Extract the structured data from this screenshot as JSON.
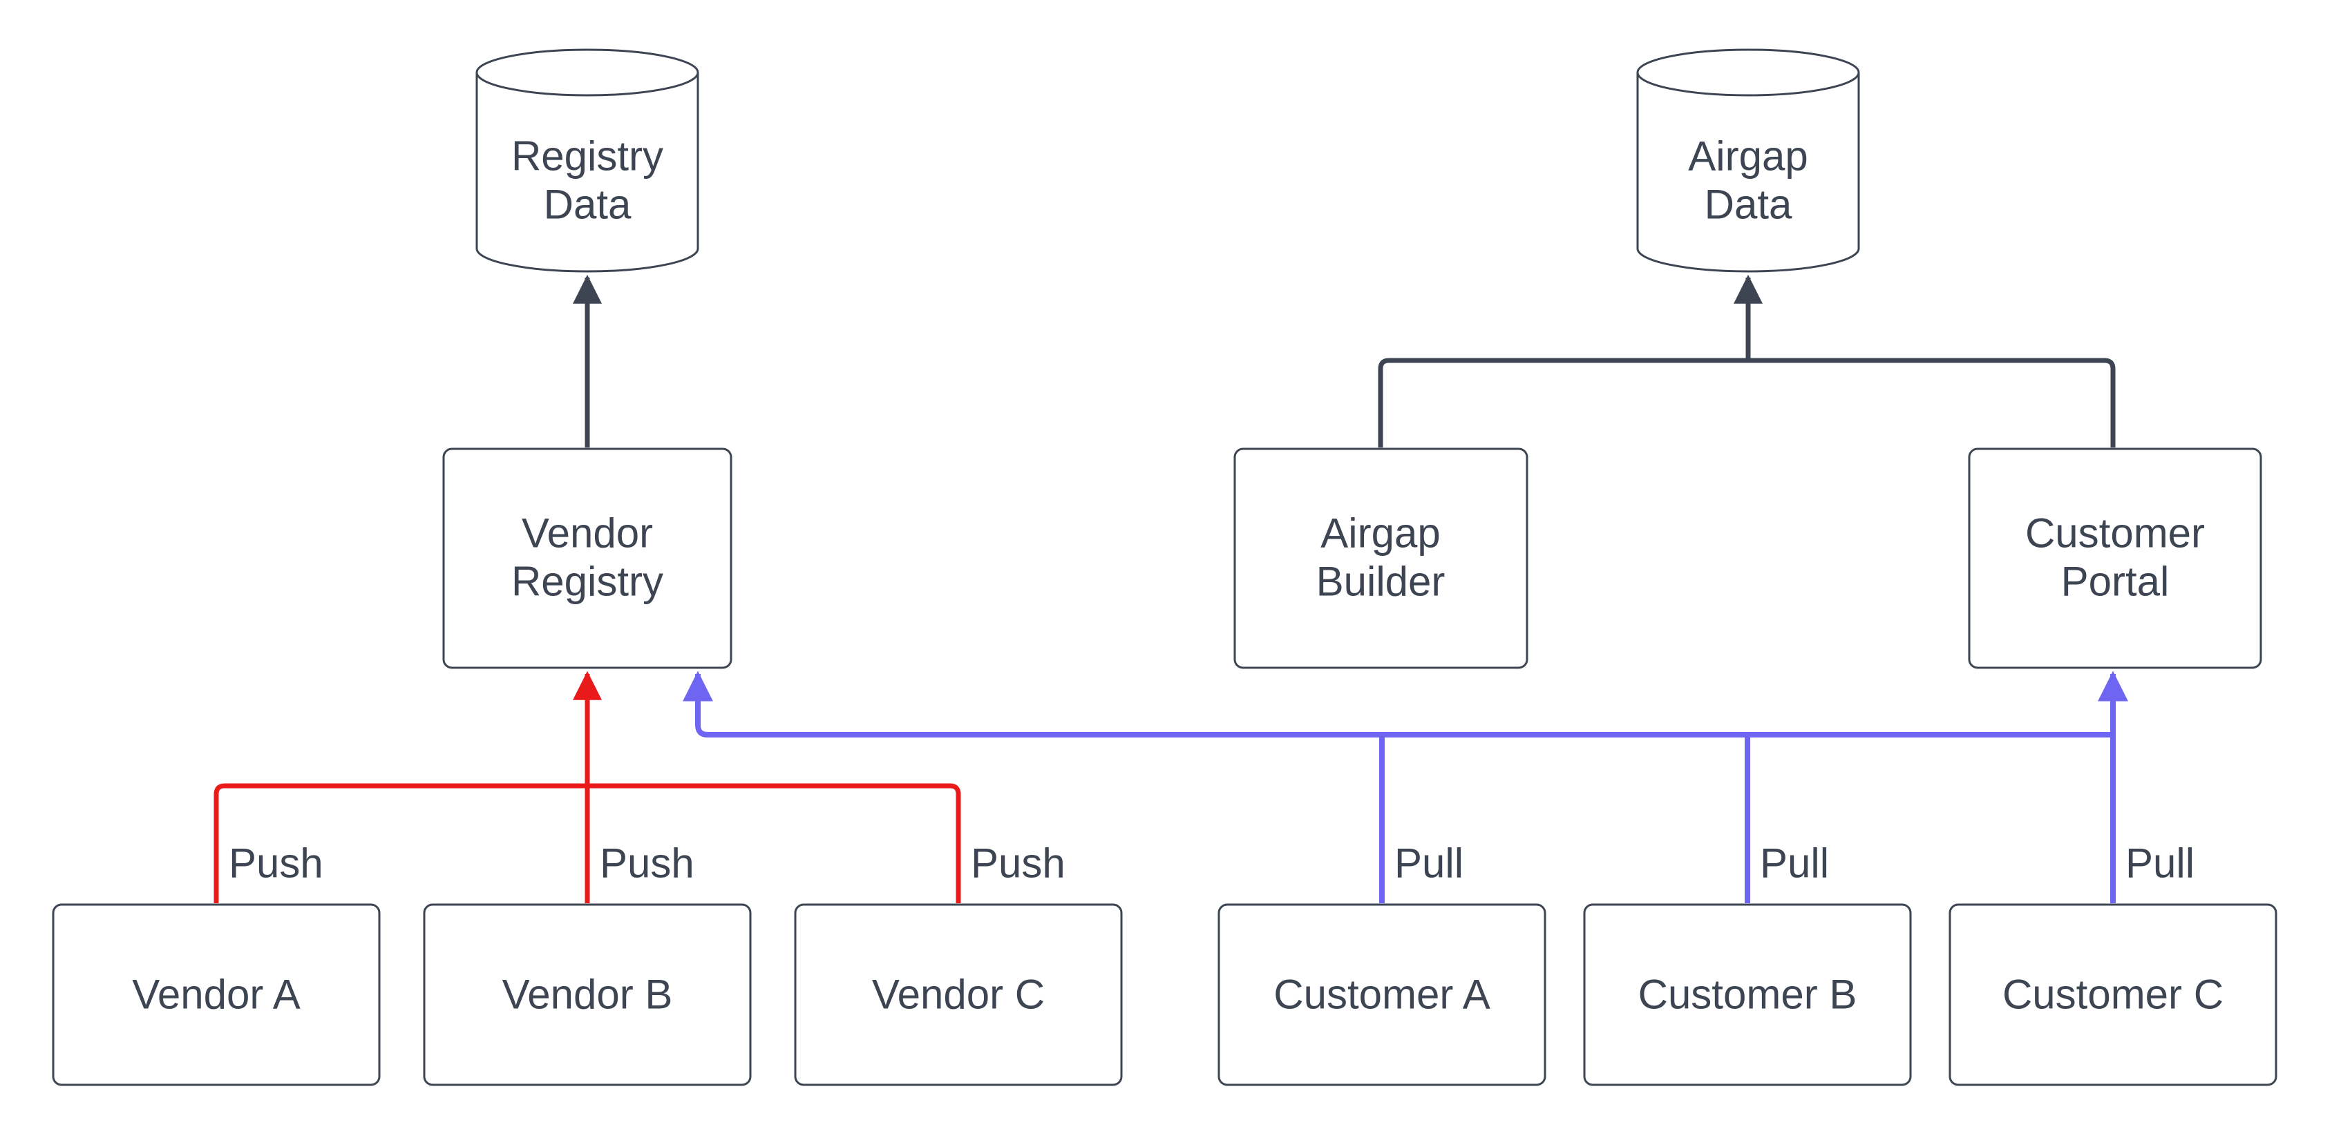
{
  "diagram": {
    "colors": {
      "background": "#ffffff",
      "node_border": "#3d4553",
      "text": "#3d4553",
      "push_red": "#e81a1a",
      "pull_blue": "#6f65f3"
    },
    "nodes": {
      "registry_data": {
        "line1": "Registry",
        "line2": "Data"
      },
      "airgap_data": {
        "line1": "Airgap",
        "line2": "Data"
      },
      "vendor_registry": {
        "line1": "Vendor",
        "line2": "Registry"
      },
      "airgap_builder": {
        "line1": "Airgap",
        "line2": "Builder"
      },
      "customer_portal": {
        "line1": "Customer",
        "line2": "Portal"
      },
      "vendor_a": {
        "label": "Vendor A"
      },
      "vendor_b": {
        "label": "Vendor B"
      },
      "vendor_c": {
        "label": "Vendor C"
      },
      "customer_a": {
        "label": "Customer A"
      },
      "customer_b": {
        "label": "Customer B"
      },
      "customer_c": {
        "label": "Customer C"
      }
    },
    "edge_labels": {
      "push": "Push",
      "pull": "Pull"
    }
  }
}
